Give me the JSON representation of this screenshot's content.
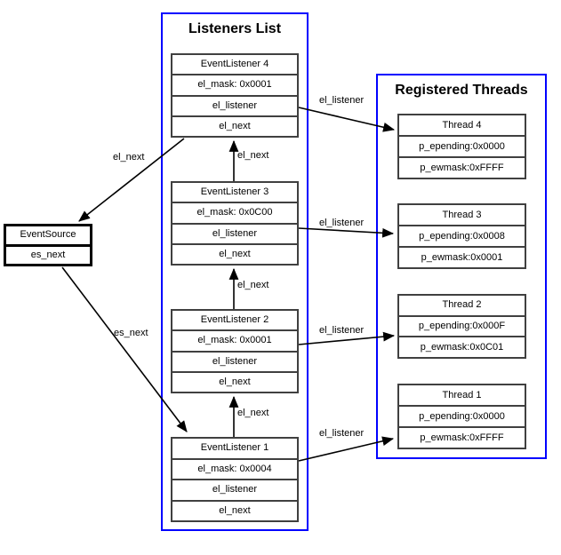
{
  "listeners_list": {
    "title": "Listeners List",
    "nodes": [
      {
        "title": "EventListener 4",
        "fields": [
          "el_mask: 0x0001",
          "el_listener",
          "el_next"
        ]
      },
      {
        "title": "EventListener 3",
        "fields": [
          "el_mask: 0x0C00",
          "el_listener",
          "el_next"
        ]
      },
      {
        "title": "EventListener 2",
        "fields": [
          "el_mask: 0x0001",
          "el_listener",
          "el_next"
        ]
      },
      {
        "title": "EventListener 1",
        "fields": [
          "el_mask: 0x0004",
          "el_listener",
          "el_next"
        ]
      }
    ]
  },
  "registered_threads": {
    "title": "Registered Threads",
    "nodes": [
      {
        "title": "Thread 4",
        "fields": [
          "p_epending:0x0000",
          "p_ewmask:0xFFFF"
        ]
      },
      {
        "title": "Thread 3",
        "fields": [
          "p_epending:0x0008",
          "p_ewmask:0x0001"
        ]
      },
      {
        "title": "Thread 2",
        "fields": [
          "p_epending:0x000F",
          "p_ewmask:0x0C01"
        ]
      },
      {
        "title": "Thread 1",
        "fields": [
          "p_epending:0x0000",
          "p_ewmask:0xFFFF"
        ]
      }
    ]
  },
  "event_source": {
    "title": "EventSource",
    "fields": [
      "es_next"
    ]
  },
  "edge_labels": {
    "el_next_source": "el_next",
    "el_next_3_to_4": "el_next",
    "el_next_2_to_3": "el_next",
    "el_next_1_to_2": "el_next",
    "es_next": "es_next",
    "el_listener_4": "el_listener",
    "el_listener_3": "el_listener",
    "el_listener_2": "el_listener",
    "el_listener_1": "el_listener"
  },
  "colors": {
    "group_border": "#0000ff",
    "node_border": "#404040",
    "source_border": "#000000",
    "edge_line": "#000000",
    "background": "#ffffff"
  }
}
